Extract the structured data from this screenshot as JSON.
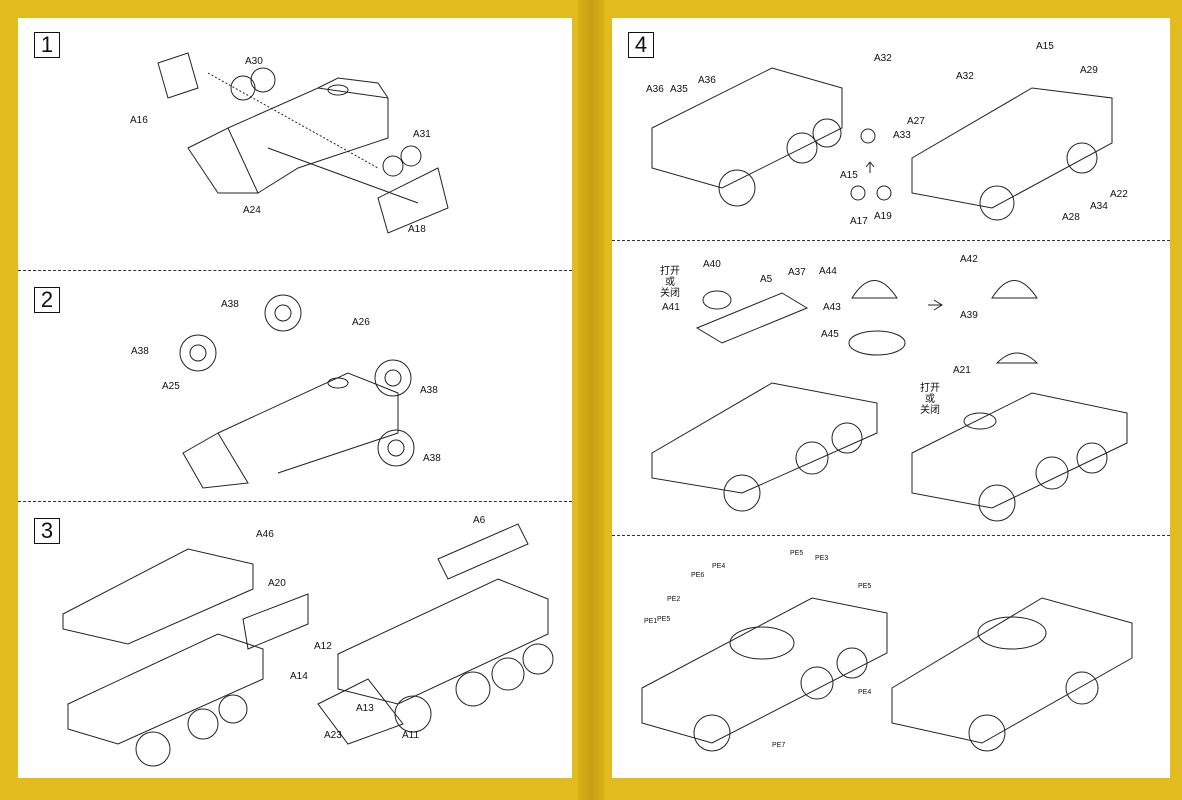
{
  "steps": {
    "s1": "1",
    "s2": "2",
    "s3": "3",
    "s4": "4"
  },
  "step1": {
    "labels": [
      "A30",
      "A16",
      "A31",
      "A24",
      "A18"
    ]
  },
  "step2": {
    "labels": [
      "A38",
      "A38",
      "A26",
      "A25",
      "A38",
      "A38"
    ]
  },
  "step3": {
    "labels": [
      "A46",
      "A20",
      "A6",
      "A12",
      "A14",
      "A13",
      "A23",
      "A11"
    ]
  },
  "step4": {
    "labels": [
      "A36",
      "A35",
      "A36",
      "A32",
      "A27",
      "A33",
      "A15",
      "A17",
      "A19",
      "A15",
      "A32",
      "A29",
      "A22",
      "A34",
      "A28"
    ]
  },
  "step5": {
    "open_close": "打开\n或\n关闭",
    "labels": [
      "A40",
      "A5",
      "A37",
      "A41",
      "A44",
      "A43",
      "A45",
      "A42",
      "A39",
      "A21"
    ]
  },
  "step6": {
    "labels": [
      "PE5",
      "PE3",
      "PE6",
      "PE4",
      "PE2",
      "PE5",
      "PE1",
      "PE5",
      "PE4",
      "PE7"
    ]
  }
}
